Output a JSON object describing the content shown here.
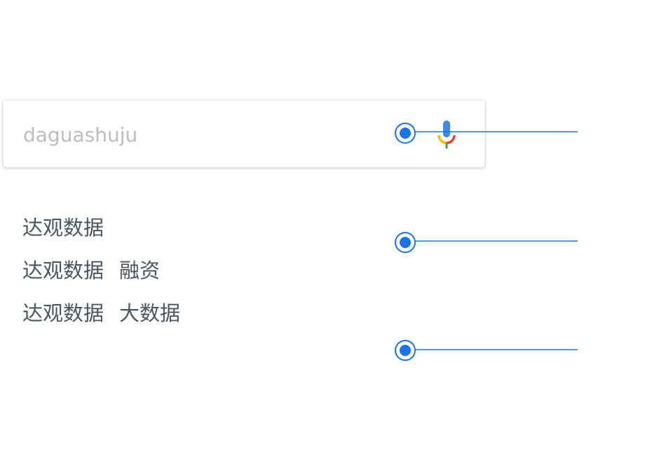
{
  "search": {
    "value": "",
    "placeholder": "daguashuju"
  },
  "suggestions": [
    {
      "terms": [
        "达观数据"
      ]
    },
    {
      "terms": [
        "达观数据",
        "融资"
      ]
    },
    {
      "terms": [
        "达观数据",
        "大数据"
      ]
    }
  ],
  "icons": {
    "mic": "microphone-icon",
    "marker": "annotation-marker-icon"
  },
  "colors": {
    "annotation_blue": "#1a73e8",
    "mic_blue": "#4285f4",
    "mic_red": "#ea4335",
    "mic_yellow": "#fbbc05",
    "mic_green": "#34a853",
    "suggestion_text": "#4a5560",
    "placeholder_text": "#bdbdbd"
  }
}
